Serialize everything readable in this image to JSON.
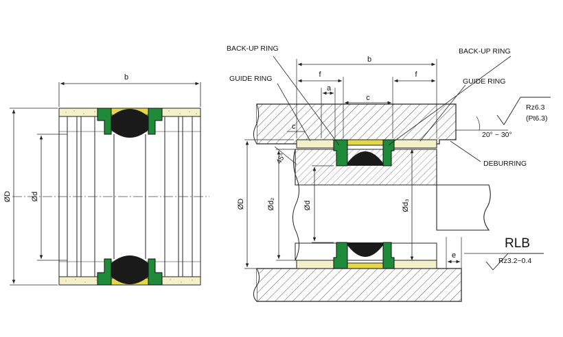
{
  "left_view": {
    "dim_b": "b",
    "dim_D": "ØD",
    "dim_d": "Ød"
  },
  "right_view": {
    "label_backup_left": "BACK-UP RING",
    "label_backup_right": "BACK-UP RING",
    "label_guide_left": "GUIDE RING",
    "label_guide_right": "GUIDE RING",
    "label_deburring": "DEBURRING",
    "dim_b": "b",
    "dim_f_left": "f",
    "dim_f_right": "f",
    "dim_a": "a",
    "dim_c": "c",
    "dim_c_small": "c",
    "dim_e": "e",
    "dim_D": "ØD",
    "dim_d2": "Ød₂",
    "dim_d": "Ød",
    "dim_d3": "Ød₃",
    "angle_45": "45°",
    "angle_range": "20° ~ 30°",
    "roughness_top_1": "Rz6.3",
    "roughness_top_2": "(Pt6.3)",
    "roughness_bottom": "Rz3.2~0.4",
    "model": "RLB"
  },
  "colors": {
    "guide_ring": "#f4f0c8",
    "backup_ring": "#1f8a3a",
    "oring": "#1a1a1a",
    "seal_cap": "#e3d84a",
    "line": "#222222"
  }
}
